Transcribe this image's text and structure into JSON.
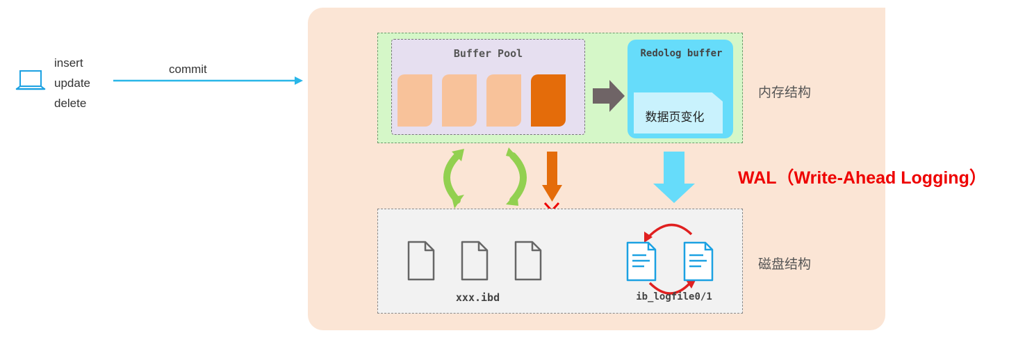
{
  "client": {
    "operations": [
      "insert",
      "update",
      "delete"
    ],
    "commit_label": "commit"
  },
  "memory": {
    "buffer_pool_title": "Buffer Pool",
    "redolog_buffer_title": "Redolog buffer",
    "redolog_content": "数据页变化",
    "label": "内存结构"
  },
  "disk": {
    "data_file_label": "xxx.ibd",
    "log_file_label": "ib_logfile0/1",
    "label": "磁盘结构"
  },
  "wal_label": "WAL（Write-Ahead Logging）",
  "colors": {
    "panel": "#fbe5d5",
    "memory_area": "#d5f7c8",
    "buffer_pool": "#e6dff0",
    "page_light": "#f8c29a",
    "page_dirty": "#e46c0a",
    "redolog": "#66dcfa",
    "wal_text": "#ee0000",
    "commit_arrow": "#29b6e8",
    "cycle_arrows": "#92d050"
  }
}
